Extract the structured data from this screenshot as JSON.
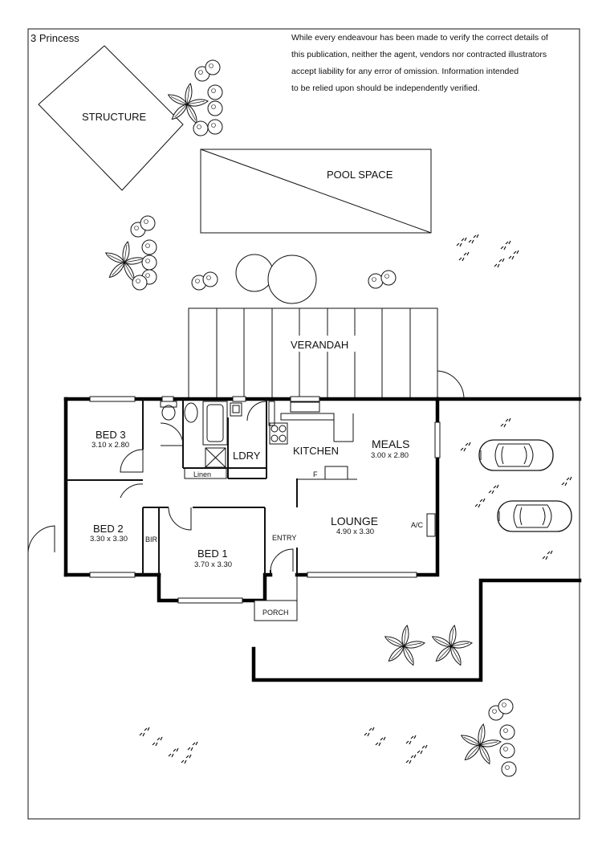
{
  "plan": {
    "property_name": "3 Princess",
    "disclaimer_lines": [
      "While every endeavour has been made to verify the correct details of",
      "this publication, neither the agent, vendors nor contracted illustrators",
      "accept liability for any error of omission. Information intended",
      "to be relied upon should be independently verified."
    ],
    "outdoor_labels": {
      "structure": "STRUCTURE",
      "pool_space": "POOL SPACE",
      "verandah": "VERANDAH",
      "porch": "PORCH"
    },
    "rooms": {
      "bed3": {
        "name": "BED 3",
        "size": "3.10 x 2.80"
      },
      "bed2": {
        "name": "BED 2",
        "size": "3.30 x 3.30"
      },
      "bed1": {
        "name": "BED 1",
        "size": "3.70 x 3.30"
      },
      "kitchen": {
        "name": "KITCHEN"
      },
      "meals": {
        "name": "MEALS",
        "size": "3.00 x 2.80"
      },
      "lounge": {
        "name": "LOUNGE",
        "size": "4.90 x 3.30"
      },
      "laundry": {
        "name": "LDRY"
      },
      "linen": {
        "name": "Linen"
      },
      "bir": {
        "name": "BIR"
      },
      "entry": {
        "name": "ENTRY"
      }
    },
    "fixtures": {
      "fridge": "F",
      "aircon": "A/C"
    }
  }
}
